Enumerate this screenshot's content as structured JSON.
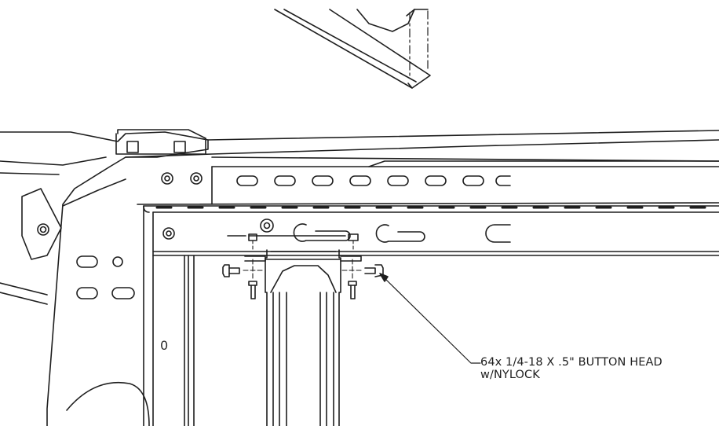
{
  "callout": {
    "line1": "64x 1/4-18 X .5\" BUTTON HEAD",
    "line2": "w/NYLOCK"
  },
  "part_label": "0",
  "colors": {
    "line": "#1e1e1e",
    "background": "#ffffff"
  }
}
